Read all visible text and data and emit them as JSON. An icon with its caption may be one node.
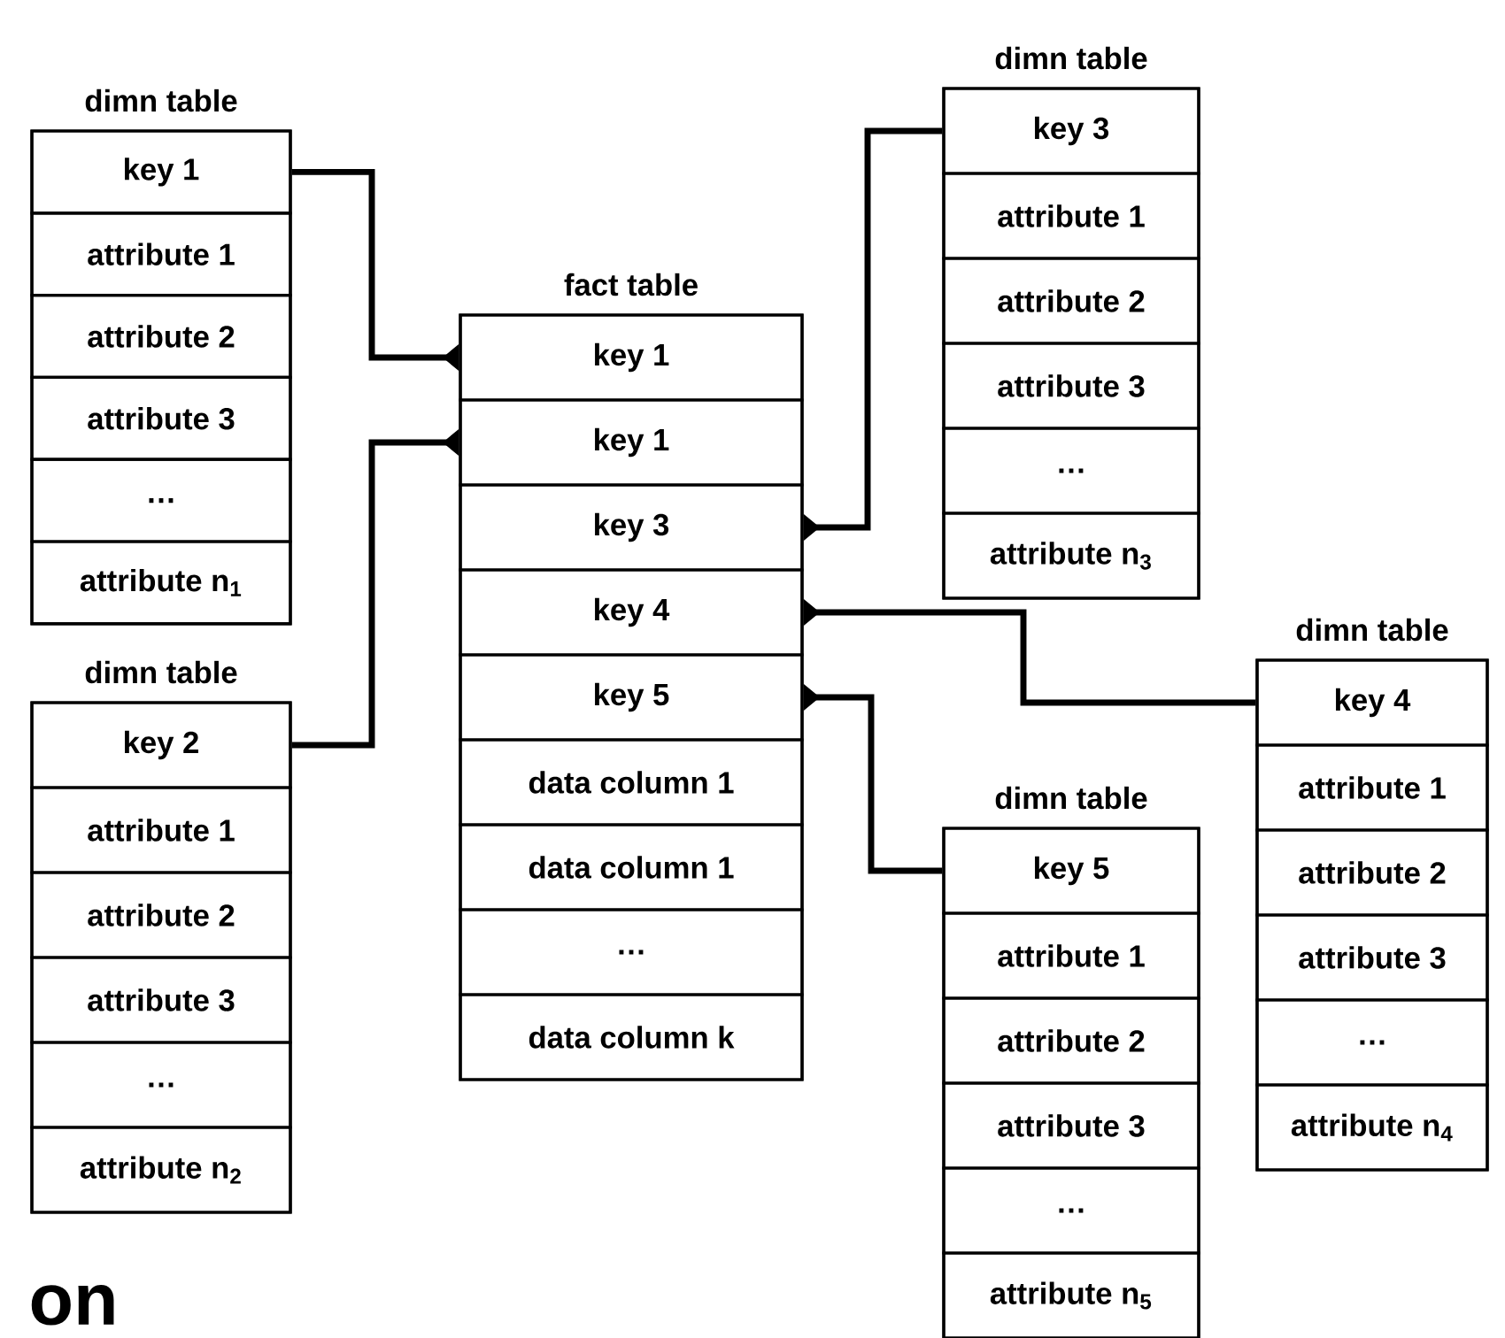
{
  "diagram": {
    "nodes": [
      {
        "text": [
          "dimn table"
        ]
      },
      {
        "text": [
          "key 1"
        ],
        "in": 0
      },
      {
        "text": [
          "attribute 1"
        ],
        "in": 0
      },
      {
        "text": [
          "attribute 2"
        ],
        "in": 0
      },
      {
        "text": [
          "attribute 3"
        ],
        "in": 0
      },
      {
        "text": [
          "…"
        ],
        "in": 0
      },
      {
        "text": [
          "attribute n$_{1}$"
        ],
        "in": 0
      },
      {
        "text": [
          "dimn table"
        ]
      },
      {
        "text": [
          "key 2"
        ],
        "in": 7
      },
      {
        "text": [
          "attribute 1"
        ],
        "in": 7
      },
      {
        "text": [
          "attribute 2"
        ],
        "in": 7
      },
      {
        "text": [
          "attribute 3"
        ],
        "in": 7
      },
      {
        "text": [
          "…"
        ],
        "in": 7
      },
      {
        "text": [
          "attribute n$_{2}$"
        ],
        "in": 7
      },
      {
        "text": [
          "fact table"
        ]
      },
      {
        "text": [
          "key 1"
        ],
        "in": 14
      },
      {
        "text": [
          "key 1"
        ],
        "in": 14
      },
      {
        "text": [
          "key 3"
        ],
        "in": 14
      },
      {
        "text": [
          "key 4"
        ],
        "in": 14
      },
      {
        "text": [
          "key 5"
        ],
        "in": 14
      },
      {
        "text": [
          "data column 1"
        ],
        "in": 14
      },
      {
        "text": [
          "data column 1"
        ],
        "in": 14
      },
      {
        "text": [
          "…"
        ],
        "in": 14
      },
      {
        "text": [
          "data column k"
        ],
        "in": 14
      },
      {
        "text": [
          "dimn table"
        ]
      },
      {
        "text": [
          "key 3"
        ],
        "in": 24
      },
      {
        "text": [
          "attribute 1"
        ],
        "in": 24
      },
      {
        "text": [
          "attribute 2"
        ],
        "in": 24
      },
      {
        "text": [
          "attribute 3"
        ],
        "in": 24
      },
      {
        "text": [
          "…"
        ],
        "in": 24
      },
      {
        "text": [
          "attribute n$_{3}$"
        ],
        "in": 24
      },
      {
        "text": [
          "dimn table"
        ]
      },
      {
        "text": [
          "key 4"
        ],
        "in": 31
      },
      {
        "text": [
          "attribute 1"
        ],
        "in": 31
      },
      {
        "text": [
          "attribute 2"
        ],
        "in": 31
      },
      {
        "text": [
          "attribute 3"
        ],
        "in": 31
      },
      {
        "text": [
          "…"
        ],
        "in": 31
      },
      {
        "text": [
          "attribute n$_{4}$"
        ],
        "in": 31
      },
      {
        "text": [
          "dimn table"
        ]
      },
      {
        "text": [
          "key 5"
        ],
        "in": 38
      },
      {
        "text": [
          "attribute 1"
        ],
        "in": 38
      },
      {
        "text": [
          "attribute 2"
        ],
        "in": 38
      },
      {
        "text": [
          "attribute 3"
        ],
        "in": 38
      },
      {
        "text": [
          "…"
        ],
        "in": 38
      },
      {
        "text": [
          "attribute n$_{5}$"
        ],
        "in": 38
      }
    ],
    "edges": [
      {
        "from": 1,
        "to": 15,
        "arrow": "other"
      },
      {
        "from": 8,
        "to": 16,
        "arrow": "other"
      },
      {
        "from": 25,
        "to": 17,
        "arrow": "other"
      },
      {
        "from": 32,
        "to": 18,
        "arrow": "other"
      },
      {
        "from": 39,
        "to": 19,
        "arrow": "other"
      }
    ],
    "labels": [
      "on"
    ]
  }
}
